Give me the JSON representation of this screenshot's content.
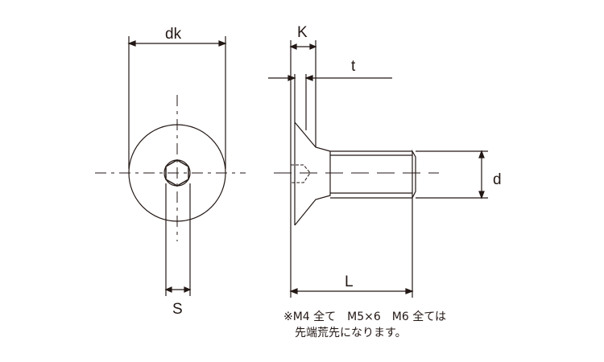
{
  "labels": {
    "dk": "dk",
    "k": "K",
    "t": "t",
    "d": "d",
    "l": "L",
    "s": "S"
  },
  "note": {
    "line1": "※M4 全て　M5×6　M6 全ては",
    "line2": "先端荒先になります。"
  },
  "colors": {
    "line": "#231815"
  }
}
